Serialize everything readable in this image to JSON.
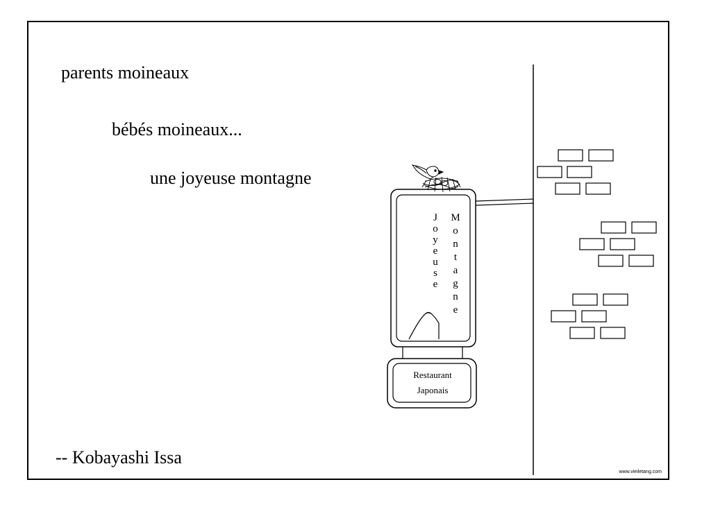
{
  "poem": {
    "line1": "parents moineaux",
    "line2": "bébés moineaux...",
    "line3": "une joyeuse montagne"
  },
  "author": "-- Kobayashi Issa",
  "credit": "www.vieiletang.com",
  "sign": {
    "word1": "Joyeuse",
    "word2": "Montagne",
    "plaque_line1": "Restaurant",
    "plaque_line2": "Japonais"
  },
  "icons": {
    "bird": "sparrow-icon",
    "nest": "nest-icon",
    "mountain": "mountain-icon"
  }
}
